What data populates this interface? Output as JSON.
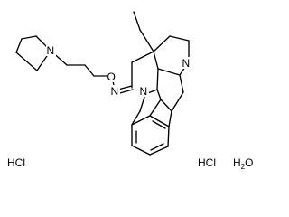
{
  "diagram": {
    "atoms": {
      "pyrrolidine_n": "N",
      "oxime_n": "N",
      "oxime_o": "O",
      "indole_n": "N",
      "amine_n": "N"
    },
    "salts": {
      "hcl_left": "HCl",
      "hcl_right": "HCl",
      "water": {
        "prefix": "H",
        "subscript": "2",
        "suffix": "O"
      }
    }
  }
}
